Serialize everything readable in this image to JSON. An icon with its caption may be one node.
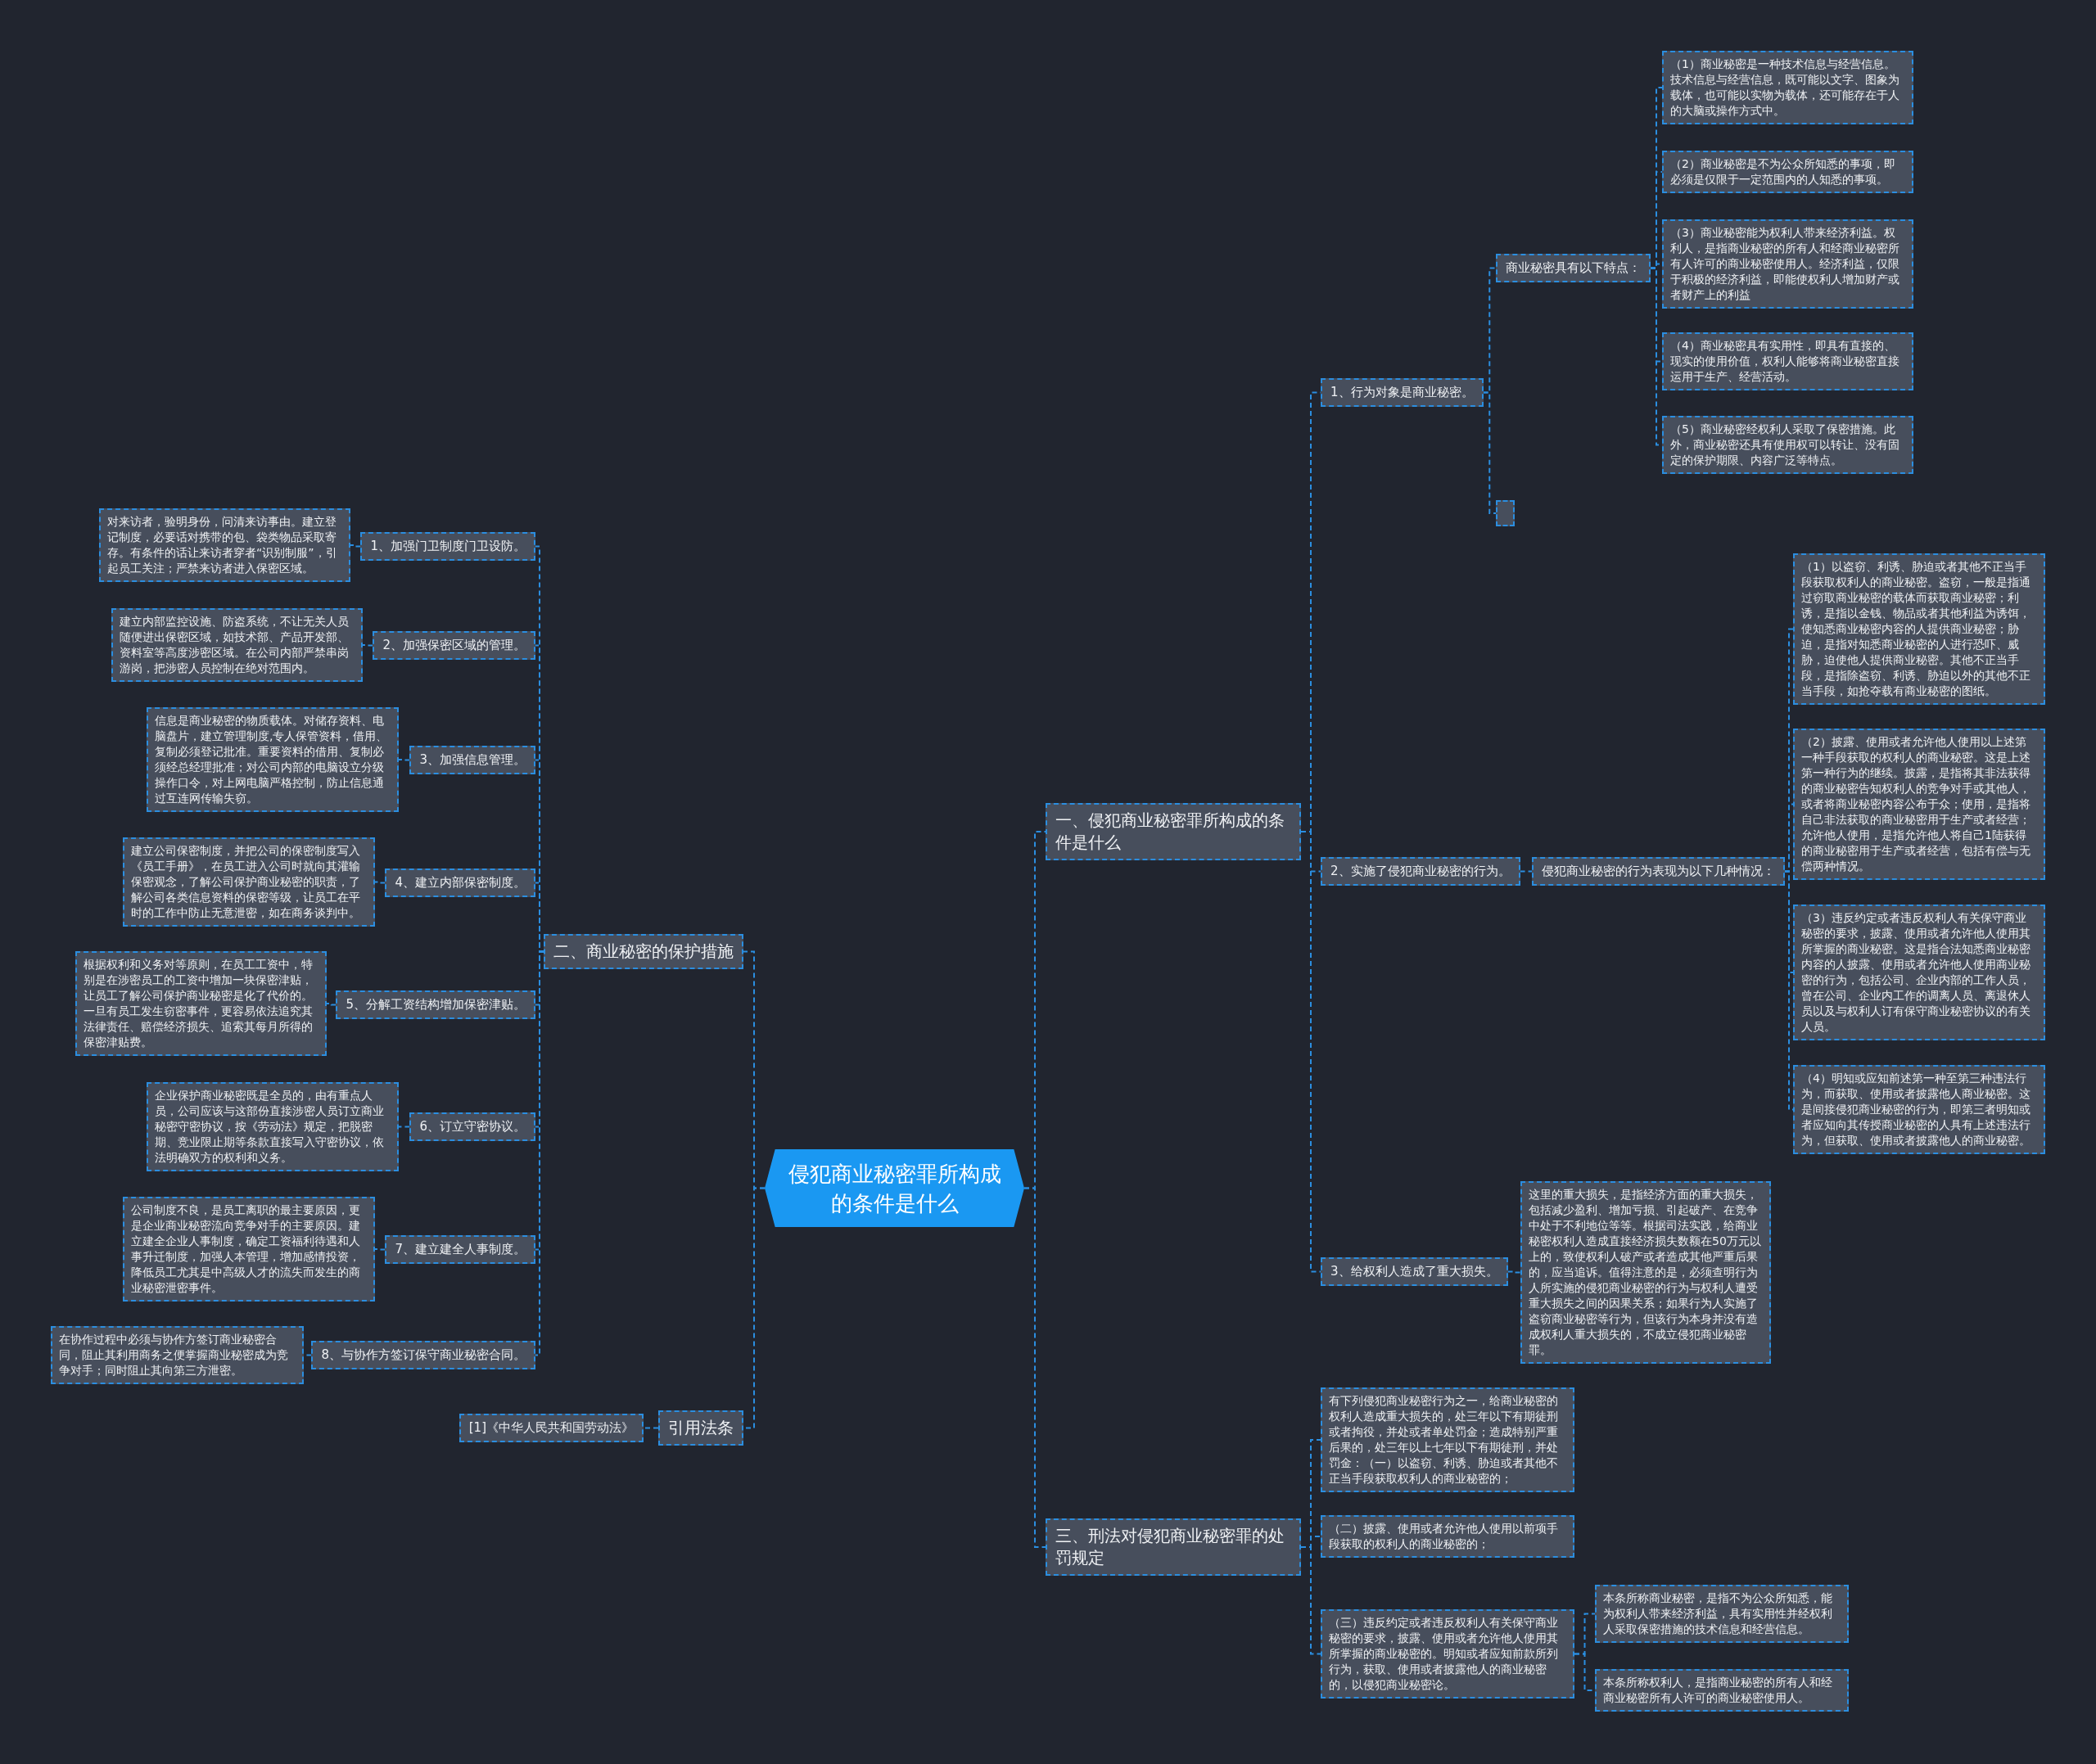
{
  "diagram": {
    "nodes": [
      {
        "text": [
          "侵犯商业秘密罪所构成的条件是什么"
        ]
      },
      {
        "text": [
          "一、侵犯商业秘密罪所构成的条件是什么"
        ]
      },
      {
        "text": [
          "1、行为对象是商业秘密。"
        ]
      },
      {
        "text": [
          "商业秘密具有以下特点："
        ]
      },
      {
        "text": [
          "（1）商业秘密是一种技术信息与经营信息。技术信息与经营信息，既可能以文字、图象为载体，也可能以实物为载体，还可能存在于人的大脑或操作方式中。"
        ]
      },
      {
        "text": [
          "（2）商业秘密是不为公众所知悉的事项，即必须是仅限于一定范围内的人知悉的事项。"
        ]
      },
      {
        "text": [
          "（3）商业秘密能为权利人带来经济利益。权利人，是指商业秘密的所有人和经商业秘密所有人许可的商业秘密使用人。经济利益，仅限于积极的经济利益，即能使权利人增加财产或者财产上的利益"
        ]
      },
      {
        "text": [
          "（4）商业秘密具有实用性，即具有直接的、现实的使用价值，权利人能够将商业秘密直接运用于生产、经营活动。"
        ]
      },
      {
        "text": [
          "（5）商业秘密经权利人采取了保密措施。此外，商业秘密还具有使用权可以转让、没有固定的保护期限、内容广泛等特点。"
        ]
      },
      {
        "text": [],
        "shape": "box"
      },
      {
        "text": [
          "2、实施了侵犯商业秘密的行为。"
        ]
      },
      {
        "text": [
          "侵犯商业秘密的行为表现为以下几种情况："
        ]
      },
      {
        "text": [
          "（1）以盗窃、利诱、胁迫或者其他不正当手段获取权利人的商业秘密。盗窃，一般是指通过窃取商业秘密的载体而获取商业秘密；利诱，是指以金钱、物品或者其他利益为诱饵，使知悉商业秘密内容的人提供商业秘密；胁迫，是指对知悉商业秘密的人进行恐吓、威胁，迫使他人提供商业秘密。其他不正当手段，是指除盗窃、利诱、胁迫以外的其他不正当手段，如抢夺载有商业秘密的图纸。"
        ]
      },
      {
        "text": [
          "（2）披露、使用或者允许他人使用以上述第一种手段获取的权利人的商业秘密。这是上述第一种行为的继续。披露，是指将其非法获得的商业秘密告知权利人的竞争对手或其他人，或者将商业秘密内容公布于众；使用，是指将自己非法获取的商业秘密用于生产或者经营；允许他人使用，是指允许他人将自己1陆获得的商业秘密用于生产或者经营，包括有偿与无偿两种情况。"
        ]
      },
      {
        "text": [
          "（3）违反约定或者违反权利人有关保守商业秘密的要求，披露、使用或者允许他人使用其所掌握的商业秘密。这是指合法知悉商业秘密内容的人披露、使用或者允许他人使用商业秘密的行为，包括公司、企业内部的工作人员，曾在公司、企业内工作的调离人员、离退休人员以及与权利人订有保守商业秘密协议的有关人员。"
        ]
      },
      {
        "text": [
          "（4）明知或应知前述第一种至第三种违法行为，而获取、使用或者披露他人商业秘密。这是间接侵犯商业秘密的行为，即第三者明知或者应知向其传授商业秘密的人具有上述违法行为，但获取、使用或者披露他人的商业秘密。"
        ]
      },
      {
        "text": [
          "3、给权利人造成了重大损失。"
        ]
      },
      {
        "text": [
          "这里的重大损失，是指经济方面的重大损失，包括减少盈利、增加亏损、引起破产、在竞争中处于不利地位等等。根据司法实践，给商业秘密权利人造成直接经济损失数额在50万元以上的，致使权利人破产或者造成其他严重后果的，应当追诉。值得注意的是，必须查明行为人所实施的侵犯商业秘密的行为与权利人遭受重大损失之间的因果关系；如果行为人实施了盗窃商业秘密等行为，但该行为本身并没有造成权利人重大损失的，不成立侵犯商业秘密罪。"
        ]
      },
      {
        "text": [
          "三、刑法对侵犯商业秘密罪的处罚规定"
        ]
      },
      {
        "text": [
          "有下列侵犯商业秘密行为之一，给商业秘密的权利人造成重大损失的，处三年以下有期徒刑或者拘役，并处或者单处罚金；造成特别严重后果的，处三年以上七年以下有期徒刑，并处罚金：（一）以盗窃、利诱、胁迫或者其他不正当手段获取权利人的商业秘密的；"
        ]
      },
      {
        "text": [
          "（二）披露、使用或者允许他人使用以前项手段获取的权利人的商业秘密的；"
        ]
      },
      {
        "text": [
          "（三）违反约定或者违反权利人有关保守商业秘密的要求，披露、使用或者允许他人使用其所掌握的商业秘密的。明知或者应知前款所列行为，获取、使用或者披露他人的商业秘密的，以侵犯商业秘密论。"
        ]
      },
      {
        "text": [
          "本条所称商业秘密，是指不为公众所知悉，能为权利人带来经济利益，具有实用性并经权利人采取保密措施的技术信息和经营信息。"
        ]
      },
      {
        "text": [
          "本条所称权利人，是指商业秘密的所有人和经商业秘密所有人许可的商业秘密使用人。"
        ]
      },
      {
        "text": [
          "二、商业秘密的保护措施"
        ]
      },
      {
        "text": [
          "1、加强门卫制度门卫设防。"
        ]
      },
      {
        "text": [
          "对来访者，验明身份，问清来访事由。建立登记制度，必要话对携带的包、袋类物品采取寄存。有条件的话让来访者穿者“识别制服”，引起员工关注；严禁来访者进入保密区域。"
        ]
      },
      {
        "text": [
          "2、加强保密区域的管理。"
        ]
      },
      {
        "text": [
          "建立内部监控设施、防盗系统，不让无关人员随便进出保密区域，如技术部、产品开发部、资料室等高度涉密区域。在公司内部严禁串岗游岗，把涉密人员控制在绝对范围内。"
        ]
      },
      {
        "text": [
          "3、加强信息管理。"
        ]
      },
      {
        "text": [
          "信息是商业秘密的物质载体。对储存资料、电脑盘片，建立管理制度,专人保管资料，借用、复制必须登记批准。重要资料的借用、复制必须经总经理批准；对公司内部的电脑设立分级操作口令，对上网电脑严格控制，防止信息通过互连网传输失窃。"
        ]
      },
      {
        "text": [
          "4、建立内部保密制度。"
        ]
      },
      {
        "text": [
          "建立公司保密制度，并把公司的保密制度写入《员工手册》，在员工进入公司时就向其灌输保密观念，了解公司保护商业秘密的职责，了解公司各类信息资料的保密等级，让员工在平时的工作中防止无意泄密，如在商务谈判中。"
        ]
      },
      {
        "text": [
          "5、分解工资结构增加保密津贴。"
        ]
      },
      {
        "text": [
          "根据权利和义务对等原则，在员工工资中，特别是在涉密员工的工资中增加一块保密津贴，让员工了解公司保护商业秘密是化了代价的。一旦有员工发生窃密事件，更容易依法追究其法律责任、赔偿经济损失、追索其每月所得的保密津贴费。"
        ]
      },
      {
        "text": [
          "6、订立守密协议。"
        ]
      },
      {
        "text": [
          "企业保护商业秘密既是全员的，由有重点人员，公司应该与这部份直接涉密人员订立商业秘密守密协议，按《劳动法》规定，把脱密期、竞业限止期等条款直接写入守密协议，依法明确双方的权利和义务。"
        ]
      },
      {
        "text": [
          "7、建立建全人事制度。"
        ]
      },
      {
        "text": [
          "公司制度不良，是员工离职的最主要原因，更是企业商业秘密流向竞争对手的主要原因。建立建全企业人事制度，确定工资福利待遇和人事升迁制度，加强人本管理，增加感情投资，降低员工尤其是中高级人才的流失而发生的商业秘密泄密事件。"
        ]
      },
      {
        "text": [
          "8、与协作方签订保守商业秘密合同。"
        ]
      },
      {
        "text": [
          "在协作过程中必须与协作方签订商业秘密合同，阻止其利用商务之便掌握商业秘密成为竞争对手；同时阻止其向第三方泄密。"
        ]
      },
      {
        "text": [
          "引用法条"
        ]
      },
      {
        "text": [
          "[1]《中华人民共和国劳动法》"
        ]
      }
    ],
    "edges": [
      {
        "from": 0,
        "to": 1,
        "arrow": "none"
      },
      {
        "from": 1,
        "to": 2,
        "arrow": "none"
      },
      {
        "from": 2,
        "to": 3,
        "arrow": "none"
      },
      {
        "from": 3,
        "to": 4,
        "arrow": "none"
      },
      {
        "from": 3,
        "to": 5,
        "arrow": "none"
      },
      {
        "from": 3,
        "to": 6,
        "arrow": "none"
      },
      {
        "from": 3,
        "to": 7,
        "arrow": "none"
      },
      {
        "from": 3,
        "to": 8,
        "arrow": "none"
      },
      {
        "from": 2,
        "to": 9,
        "arrow": "none"
      },
      {
        "from": 1,
        "to": 10,
        "arrow": "none"
      },
      {
        "from": 10,
        "to": 11,
        "arrow": "none"
      },
      {
        "from": 11,
        "to": 12,
        "arrow": "none"
      },
      {
        "from": 11,
        "to": 13,
        "arrow": "none"
      },
      {
        "from": 11,
        "to": 14,
        "arrow": "none"
      },
      {
        "from": 11,
        "to": 15,
        "arrow": "none"
      },
      {
        "from": 1,
        "to": 16,
        "arrow": "none"
      },
      {
        "from": 16,
        "to": 17,
        "arrow": "none"
      },
      {
        "from": 0,
        "to": 18,
        "arrow": "none"
      },
      {
        "from": 18,
        "to": 19,
        "arrow": "none"
      },
      {
        "from": 18,
        "to": 20,
        "arrow": "none"
      },
      {
        "from": 18,
        "to": 21,
        "arrow": "none"
      },
      {
        "from": 21,
        "to": 22,
        "arrow": "none"
      },
      {
        "from": 21,
        "to": 23,
        "arrow": "none"
      },
      {
        "from": 0,
        "to": 24,
        "arrow": "none"
      },
      {
        "from": 24,
        "to": 25,
        "arrow": "none"
      },
      {
        "from": 25,
        "to": 26,
        "arrow": "none"
      },
      {
        "from": 24,
        "to": 27,
        "arrow": "none"
      },
      {
        "from": 27,
        "to": 28,
        "arrow": "none"
      },
      {
        "from": 24,
        "to": 29,
        "arrow": "none"
      },
      {
        "from": 29,
        "to": 30,
        "arrow": "none"
      },
      {
        "from": 24,
        "to": 31,
        "arrow": "none"
      },
      {
        "from": 31,
        "to": 32,
        "arrow": "none"
      },
      {
        "from": 24,
        "to": 33,
        "arrow": "none"
      },
      {
        "from": 33,
        "to": 34,
        "arrow": "none"
      },
      {
        "from": 24,
        "to": 35,
        "arrow": "none"
      },
      {
        "from": 35,
        "to": 36,
        "arrow": "none"
      },
      {
        "from": 24,
        "to": 37,
        "arrow": "none"
      },
      {
        "from": 37,
        "to": 38,
        "arrow": "none"
      },
      {
        "from": 24,
        "to": 39,
        "arrow": "none"
      },
      {
        "from": 39,
        "to": 40,
        "arrow": "none"
      },
      {
        "from": 0,
        "to": 41,
        "arrow": "none"
      },
      {
        "from": 41,
        "to": 42,
        "arrow": "none"
      }
    ]
  }
}
